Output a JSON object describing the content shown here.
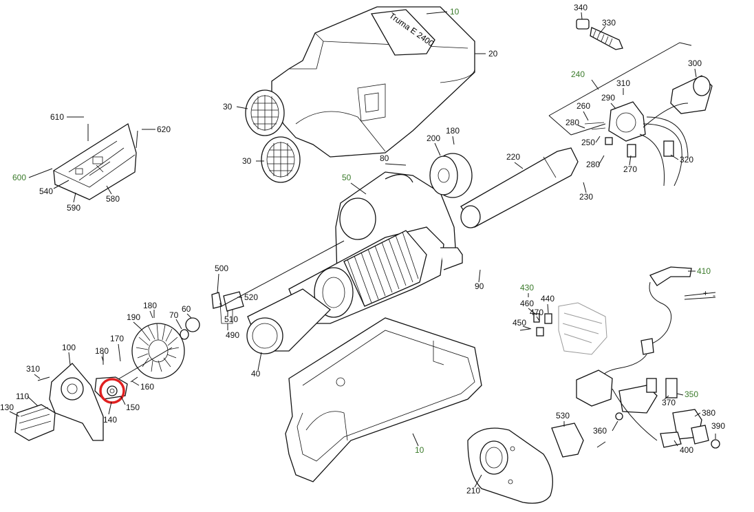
{
  "diagram": {
    "part_labels": [
      {
        "id": "p10a",
        "text": "10",
        "group": true
      },
      {
        "id": "p20",
        "text": "20",
        "group": false
      },
      {
        "id": "p30a",
        "text": "30",
        "group": false
      },
      {
        "id": "p30b",
        "text": "30",
        "group": false
      },
      {
        "id": "p340",
        "text": "340",
        "group": false
      },
      {
        "id": "p330",
        "text": "330",
        "group": false
      },
      {
        "id": "p300",
        "text": "300",
        "group": false
      },
      {
        "id": "p240",
        "text": "240",
        "group": true
      },
      {
        "id": "p310a",
        "text": "310",
        "group": false
      },
      {
        "id": "p290",
        "text": "290",
        "group": false
      },
      {
        "id": "p260",
        "text": "260",
        "group": false
      },
      {
        "id": "p280a",
        "text": "280",
        "group": false
      },
      {
        "id": "p250",
        "text": "250",
        "group": false
      },
      {
        "id": "p280b",
        "text": "280",
        "group": false
      },
      {
        "id": "p270",
        "text": "270",
        "group": false
      },
      {
        "id": "p320",
        "text": "320",
        "group": false
      },
      {
        "id": "p610",
        "text": "610",
        "group": false
      },
      {
        "id": "p620",
        "text": "620",
        "group": false
      },
      {
        "id": "p600",
        "text": "600",
        "group": true
      },
      {
        "id": "p540",
        "text": "540",
        "group": false
      },
      {
        "id": "p590",
        "text": "590",
        "group": false
      },
      {
        "id": "p580",
        "text": "580",
        "group": false
      },
      {
        "id": "p180a",
        "text": "180",
        "group": false
      },
      {
        "id": "p200",
        "text": "200",
        "group": false
      },
      {
        "id": "p80",
        "text": "80",
        "group": false
      },
      {
        "id": "p220",
        "text": "220",
        "group": false
      },
      {
        "id": "p50",
        "text": "50",
        "group": true
      },
      {
        "id": "p230",
        "text": "230",
        "group": false
      },
      {
        "id": "p90",
        "text": "90",
        "group": false
      },
      {
        "id": "p500",
        "text": "500",
        "group": false
      },
      {
        "id": "p520",
        "text": "520",
        "group": false
      },
      {
        "id": "p510",
        "text": "510",
        "group": false
      },
      {
        "id": "p490",
        "text": "490",
        "group": false
      },
      {
        "id": "p180b",
        "text": "180",
        "group": false
      },
      {
        "id": "p60",
        "text": "60",
        "group": false
      },
      {
        "id": "p70",
        "text": "70",
        "group": false
      },
      {
        "id": "p190",
        "text": "190",
        "group": false
      },
      {
        "id": "p170",
        "text": "170",
        "group": false
      },
      {
        "id": "p100",
        "text": "100",
        "group": false
      },
      {
        "id": "p180c",
        "text": "180",
        "group": false
      },
      {
        "id": "p310b",
        "text": "310",
        "group": false
      },
      {
        "id": "p110",
        "text": "110",
        "group": false
      },
      {
        "id": "p130",
        "text": "130",
        "group": false
      },
      {
        "id": "p160",
        "text": "160",
        "group": false
      },
      {
        "id": "p150",
        "text": "150",
        "group": false
      },
      {
        "id": "p140",
        "text": "140",
        "group": false
      },
      {
        "id": "p40",
        "text": "40",
        "group": false
      },
      {
        "id": "p10b",
        "text": "10",
        "group": true
      },
      {
        "id": "p430",
        "text": "430",
        "group": true
      },
      {
        "id": "p460",
        "text": "460",
        "group": false
      },
      {
        "id": "p440",
        "text": "440",
        "group": false
      },
      {
        "id": "p470",
        "text": "470",
        "group": false
      },
      {
        "id": "p450",
        "text": "450",
        "group": false
      },
      {
        "id": "p410",
        "text": "410",
        "group": true
      },
      {
        "id": "p350",
        "text": "350",
        "group": true
      },
      {
        "id": "p370",
        "text": "370",
        "group": false
      },
      {
        "id": "p380",
        "text": "380",
        "group": false
      },
      {
        "id": "p390",
        "text": "390",
        "group": false
      },
      {
        "id": "p400",
        "text": "400",
        "group": false
      },
      {
        "id": "p360",
        "text": "360",
        "group": false
      },
      {
        "id": "p530",
        "text": "530",
        "group": false
      },
      {
        "id": "p210",
        "text": "210",
        "group": false
      }
    ],
    "polarity": {
      "plus": "+",
      "minus": "-"
    },
    "housing_logo": "Truma E 2400",
    "highlight": {
      "part": "140",
      "color": "#e02020"
    },
    "colors": {
      "group_label": "#3a7a2a",
      "line": "#111111",
      "faded_part": "#9a9a9a"
    }
  }
}
